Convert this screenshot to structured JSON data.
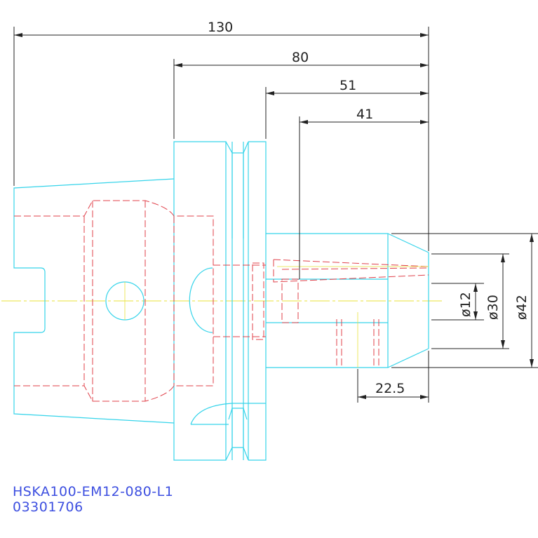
{
  "drawing": {
    "dimensions": {
      "overall_length": "130",
      "length_80": "80",
      "length_51": "51",
      "length_41": "41",
      "dia_small": "ø12",
      "dia_mid": "ø30",
      "dia_large": "ø42",
      "length_22_5": "22.5"
    },
    "caption": {
      "part_number": "HSKA100-EM12-080-L1",
      "order_code": "03301706"
    },
    "colors": {
      "outline": "#36d4ea",
      "hidden": "#e0404a",
      "centerline": "#e8e23a",
      "dimension": "#222222",
      "caption": "#3d4fe0"
    }
  }
}
